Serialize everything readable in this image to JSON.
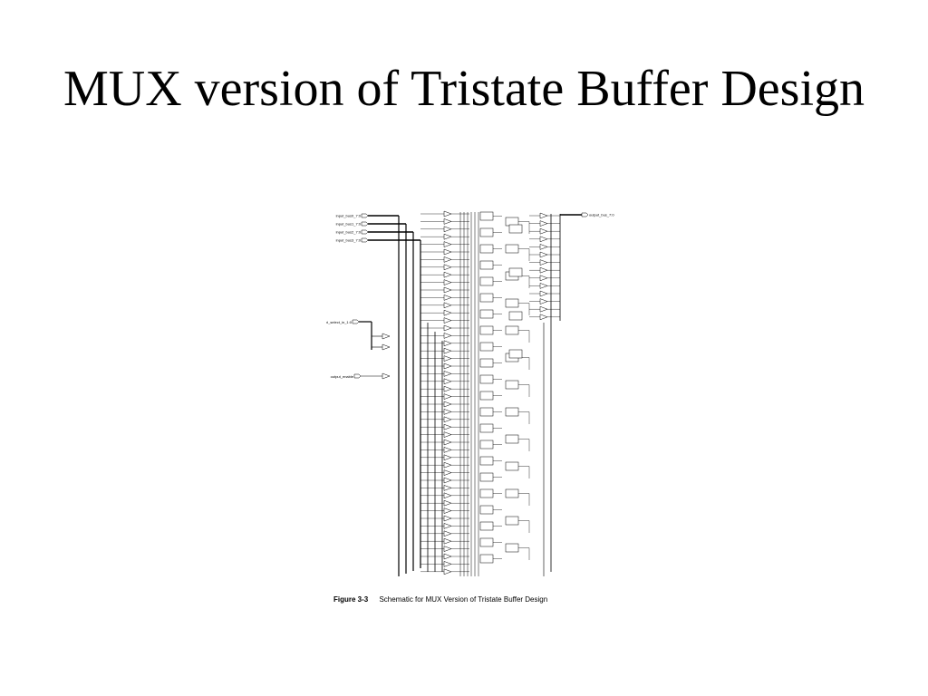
{
  "slide": {
    "title": "MUX version of Tristate Buffer Design"
  },
  "figure": {
    "number": "Figure 3-3",
    "caption": "Schematic for MUX Version of Tristate Buffer Design",
    "input_ports": [
      "input_bus0_7:0",
      "input_bus1_7:0",
      "input_bus2_7:0",
      "input_bus3_7:0"
    ],
    "select_port": "bi_select_in_1:0",
    "enable_port": "output_enable",
    "output_port": "output_bus_7:0"
  }
}
